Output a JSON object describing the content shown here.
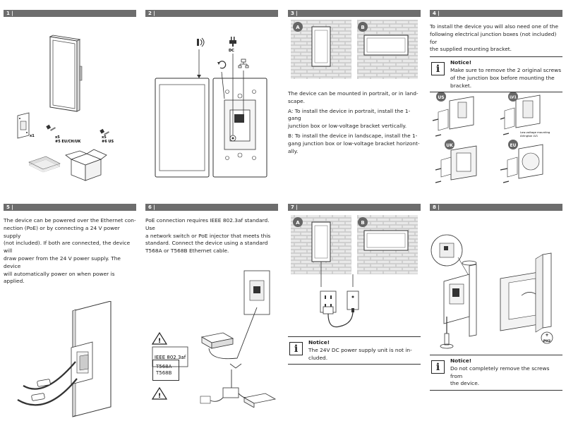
{
  "panels": {
    "p1": {
      "num": "1 |",
      "labels": {
        "x1": "x1",
        "x5a": "x5",
        "eu": "#5 EU/CH/UK",
        "x5b": "x5",
        "us": "#6 US"
      }
    },
    "p2": {
      "num": "2 |",
      "dc": "DC"
    },
    "p3": {
      "num": "3 |",
      "a": "A",
      "b": "B",
      "t1": "The device can be mounted in portrait, or in land-",
      "t2": "scape.",
      "t3": "A: To install the device in portrait, install the 1-gang",
      "t4": "junction box or low-voltage bracket vertically.",
      "t5": "B: To install the device in landscape, install the 1-",
      "t6": "gang junction box or low-voltage bracket horizont-",
      "t7": "ally."
    },
    "p4": {
      "num": "4 |",
      "t1": "To install the device you will also need one of the",
      "t2": "following electrical junction boxes (not included) for",
      "t3": "the supplied mounting bracket.",
      "notice_title": "Notice!",
      "n1": "Make sure to remove the 2 original screws",
      "n2": "of the junction box before mounting the",
      "n3": "bracket.",
      "us": "US",
      "lv1": "LV1",
      "uk": "UK",
      "eu": "EU",
      "lv_cap1": "Low-voltage mounting",
      "lv_cap2": "Arlington LV1"
    },
    "p5": {
      "num": "5 |",
      "t1": "The device can be powered over the Ethernet con-",
      "t2": "nection (PoE) or by connecting a 24 V power supply",
      "t3": "(not included). If both are connected, the device will",
      "t4": "draw power from the 24 V power supply. The device",
      "t5": "will automatically power on when power is applied."
    },
    "p6": {
      "num": "6 |",
      "t1": "PoE connection requires IEEE 802.3af standard. Use",
      "t2": "a network switch or PoE injector that meets this",
      "t3": "standard. Connect the device using a standard",
      "t4": "T568A or T568B Ethernet cable.",
      "ieee": "IEEE 802.3af",
      "t568a": "T568A",
      "t568b": "T568B"
    },
    "p7": {
      "num": "7 |",
      "a": "A",
      "b": "B",
      "notice_title": "Notice!",
      "n1": "The 24V DC power supply unit is not in-",
      "n2": "cluded."
    },
    "p8": {
      "num": "8 |",
      "ph2": "PH2",
      "notice_title": "Notice!",
      "n1": "Do not completely remove the screws from",
      "n2": "the device."
    }
  }
}
